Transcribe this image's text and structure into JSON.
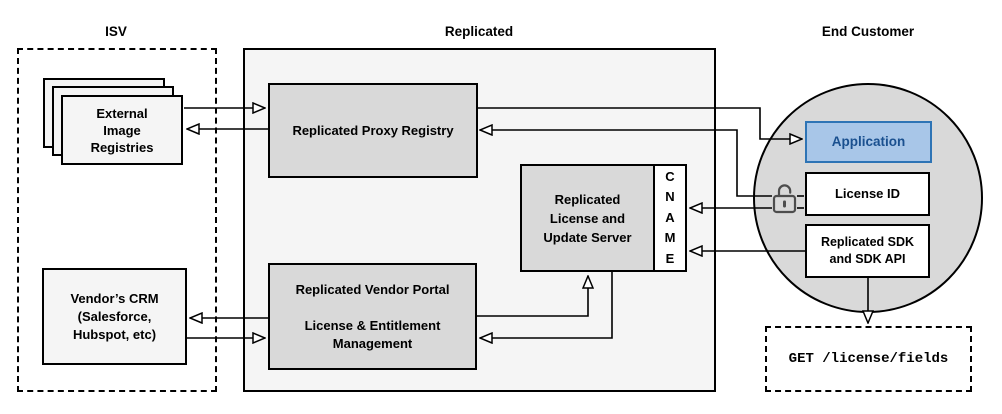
{
  "diagram": {
    "sections": {
      "isv": "ISV",
      "replicated": "Replicated",
      "end_customer": "End Customer"
    },
    "nodes": {
      "registries": {
        "lines": [
          "External",
          "Image",
          "Registries"
        ]
      },
      "proxy": {
        "label": "Replicated Proxy Registry"
      },
      "server": {
        "lines": [
          "Replicated",
          "License and",
          "Update Server"
        ]
      },
      "cname": {
        "letters": [
          "C",
          "N",
          "A",
          "M",
          "E"
        ]
      },
      "portal": {
        "lines": [
          "Replicated Vendor Portal",
          "License & Entitlement",
          "Management"
        ]
      },
      "crm": {
        "lines": [
          "Vendor’s CRM",
          "(Salesforce,",
          "Hubspot, etc)"
        ]
      },
      "application": {
        "label": "Application"
      },
      "license_id": {
        "label": "License ID"
      },
      "sdk": {
        "lines": [
          "Replicated SDK",
          "and SDK API"
        ]
      },
      "get_endpoint": {
        "label": "GET /license/fields"
      }
    },
    "icons": {
      "lock": "unlocked-padlock-icon"
    },
    "colors": {
      "panel_fill": "#f5f5f5",
      "node_fill": "#d9d9d9",
      "white_fill": "#ffffff",
      "application_fill": "#a8c6e8",
      "application_border": "#2e74b5",
      "application_text": "#1a508f",
      "line": "#000000",
      "lock": "#4d4d4d"
    }
  }
}
